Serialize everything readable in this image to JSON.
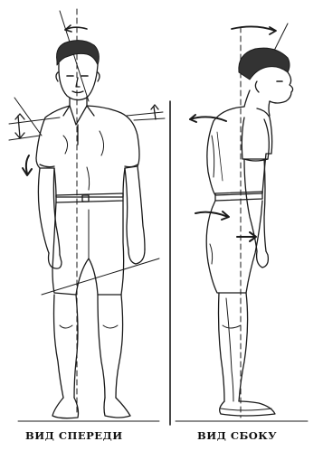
{
  "captions": {
    "front_view": "ВИД СПЕРЕДИ",
    "side_view": "ВИД СБОКУ"
  },
  "figures": [
    {
      "view": "front",
      "icon": "standing-person-front-illustration"
    },
    {
      "view": "side",
      "icon": "standing-person-side-illustration"
    }
  ],
  "colors": {
    "ink": "#1a1a1a",
    "paper": "#ffffff"
  }
}
